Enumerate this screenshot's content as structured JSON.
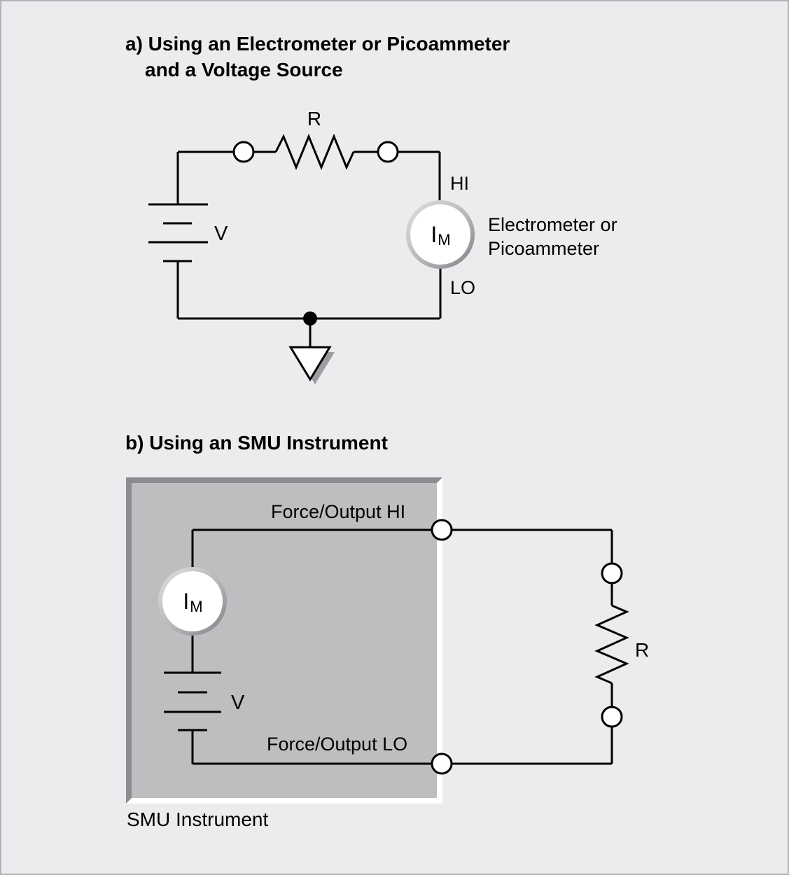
{
  "figure": {
    "background": "#ececee",
    "border_color": "#b1b3b8",
    "line_color": "#000000"
  },
  "diagram_a": {
    "title_line1": "a) Using an Electrometer or Picoammeter",
    "title_line2": "and a Voltage Source",
    "resistor_label": "R",
    "voltage_label": "V",
    "hi_label": "HI",
    "lo_label": "LO",
    "meter_symbol": "I",
    "meter_subscript": "M",
    "caption_line1": "Electrometer or",
    "caption_line2": "Picoammeter"
  },
  "diagram_b": {
    "title": "b) Using an SMU Instrument",
    "force_hi_label": "Force/Output HI",
    "force_lo_label": "Force/Output LO",
    "voltage_label": "V",
    "resistor_label": "R",
    "meter_symbol": "I",
    "meter_subscript": "M",
    "box_label": "SMU Instrument",
    "box_fill": "#bcbec0",
    "box_bevel_dark": "#8a8c8f",
    "box_bevel_light": "#ffffff"
  }
}
